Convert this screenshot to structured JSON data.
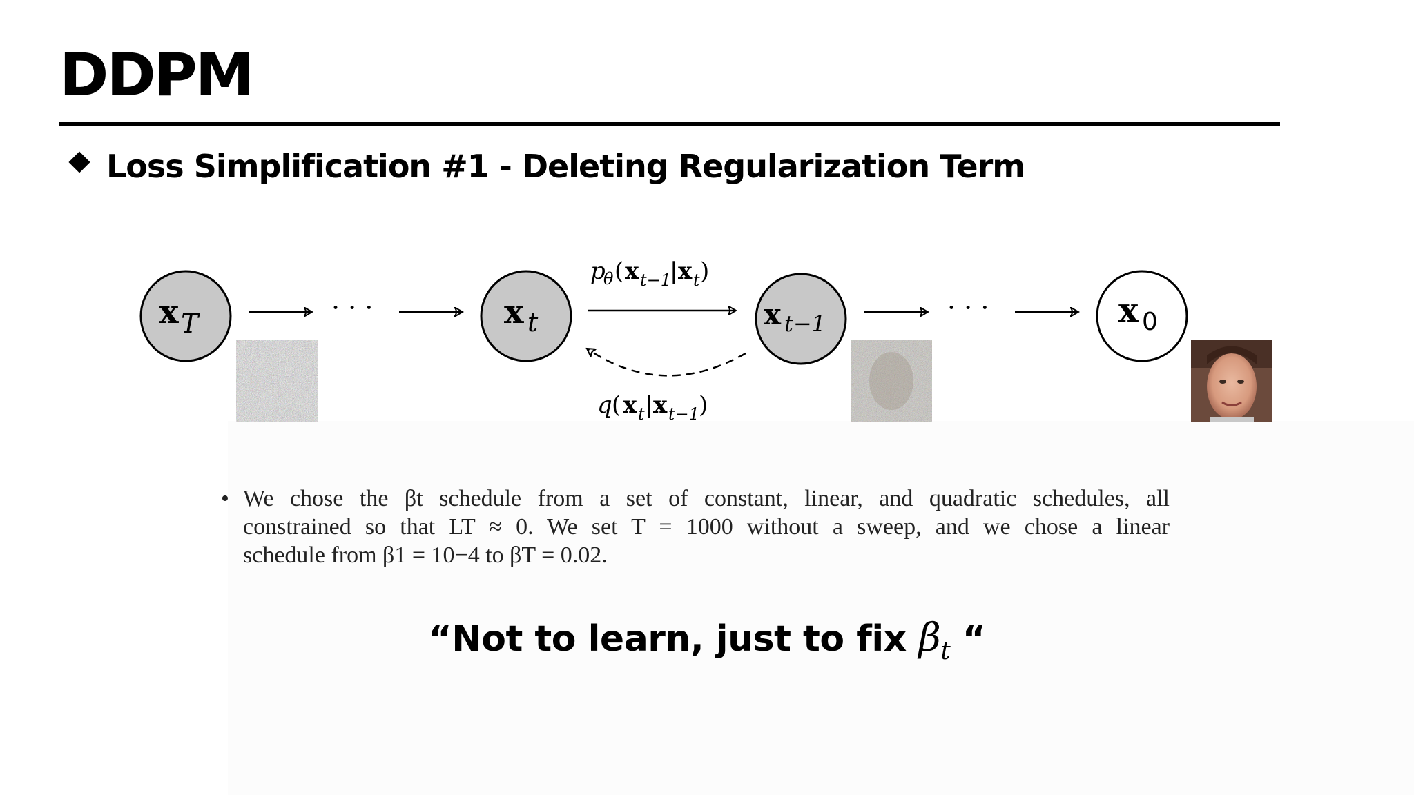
{
  "slide": {
    "title": "DDPM",
    "subtitle": "Loss Simplification #1 - Deleting Regularization Term"
  },
  "diagram": {
    "nodes": [
      {
        "id": "xT",
        "base": "x",
        "subscript": "T",
        "filled": true
      },
      {
        "id": "xt",
        "base": "x",
        "subscript": "t",
        "filled": true
      },
      {
        "id": "xt-1",
        "base": "x",
        "subscript": "t−1",
        "filled": true
      },
      {
        "id": "x0",
        "base": "x",
        "subscript": "0",
        "filled": false
      }
    ],
    "ellipsis": "· · ·",
    "reverse_label": "pθ(xt−1|xt)",
    "forward_label": "q(xt|xt−1)",
    "images": [
      "noise-image",
      "partially-denoised-face-image",
      "clean-face-image"
    ]
  },
  "paper": {
    "bullet": "•",
    "lines": [
      "We chose the βt schedule from a set of constant, linear, and quadratic schedules, all",
      "constrained so that LT ≈ 0. We set T = 1000 without a sweep, and we chose a linear",
      "schedule from β1 = 10−4 to βT = 0.02."
    ]
  },
  "quote": {
    "text": "“Not to learn, just to fix ",
    "beta": "β",
    "beta_sub": "t",
    "close": " “"
  }
}
